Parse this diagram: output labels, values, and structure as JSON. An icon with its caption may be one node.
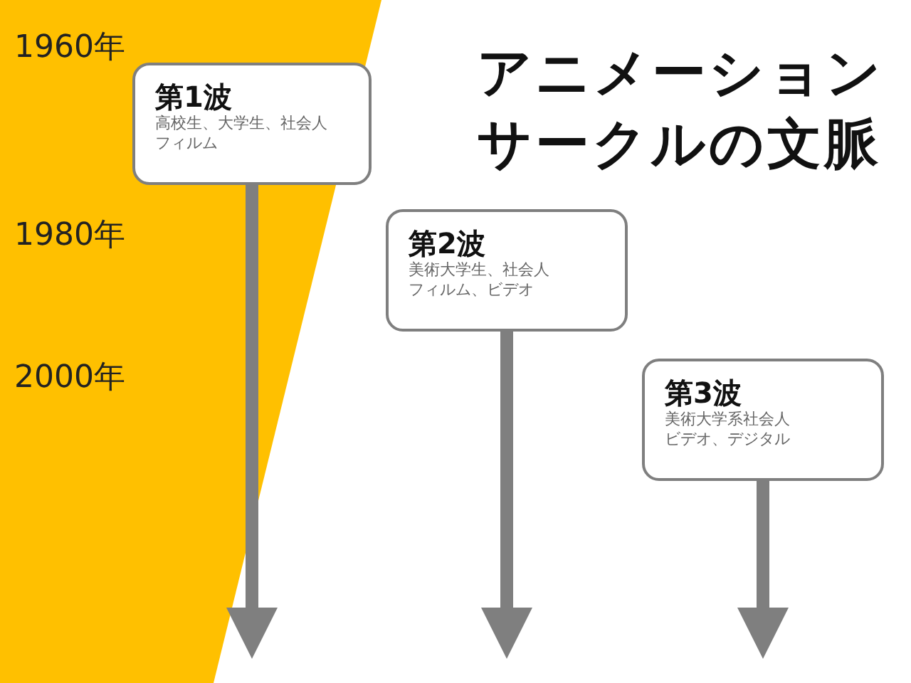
{
  "diagram": {
    "title": "アニメーションサークルの文脈",
    "nodes": [
      {
        "text": [
          "第1波",
          "高校生、大学生、社会人",
          "フィルム"
        ]
      },
      {
        "text": [
          "第2波",
          "美術大学生、社会人",
          "フィルム、ビデオ"
        ]
      },
      {
        "text": [
          "第3波",
          "美術大学系社会人",
          "ビデオ、デジタル"
        ]
      }
    ],
    "edges": [
      {
        "from": 0,
        "to": null,
        "arrow": "to"
      },
      {
        "from": 1,
        "to": null,
        "arrow": "to"
      },
      {
        "from": 2,
        "to": null,
        "arrow": "to"
      }
    ],
    "labels": [
      "1960年",
      "1980年",
      "2000年"
    ]
  }
}
